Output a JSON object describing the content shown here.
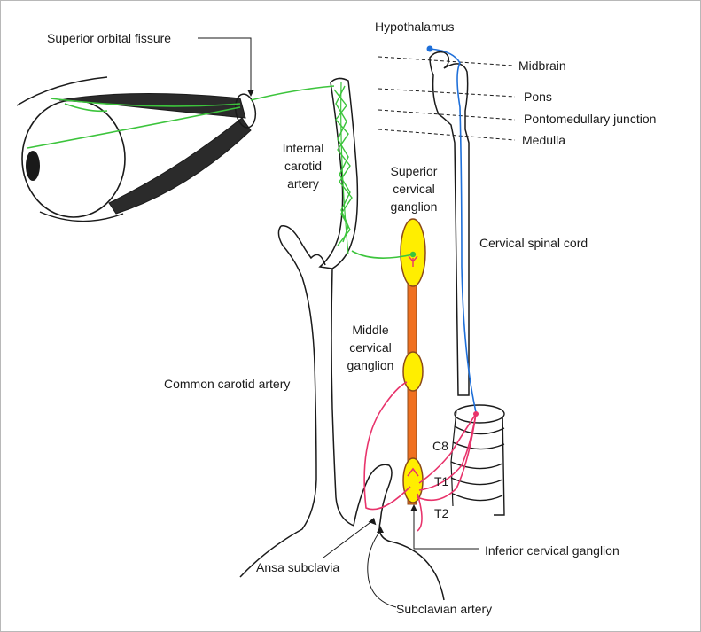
{
  "labels": {
    "superior_orbital_fissure": "Superior orbital fissure",
    "hypothalamus": "Hypothalamus",
    "midbrain": "Midbrain",
    "pons": "Pons",
    "pontomedullary_junction": "Pontomedullary junction",
    "medulla": "Medulla",
    "internal_carotid_artery": [
      "Internal",
      "carotid",
      "artery"
    ],
    "superior_cervical_ganglion": [
      "Superior",
      "cervical",
      "ganglion"
    ],
    "cervical_spinal_cord": "Cervical spinal cord",
    "middle_cervical_ganglion": [
      "Middle",
      "cervical",
      "ganglion"
    ],
    "common_carotid_artery": "Common carotid artery",
    "c8": "C8",
    "t1": "T1",
    "t2": "T2",
    "inferior_cervical_ganglion": "Inferior cervical ganglion",
    "ansa_subclavia": "Ansa subclavia",
    "subclavian_artery": "Subclavian artery"
  },
  "colors": {
    "green_pathway": "#3cc43c",
    "blue_pathway": "#1e6fd9",
    "red_pathway": "#e8336b",
    "ganglion_fill": "#ffee00",
    "ganglion_stroke": "#8b4a1a",
    "sympathetic_chain": "#f07020",
    "outline": "#1a1a1a"
  }
}
